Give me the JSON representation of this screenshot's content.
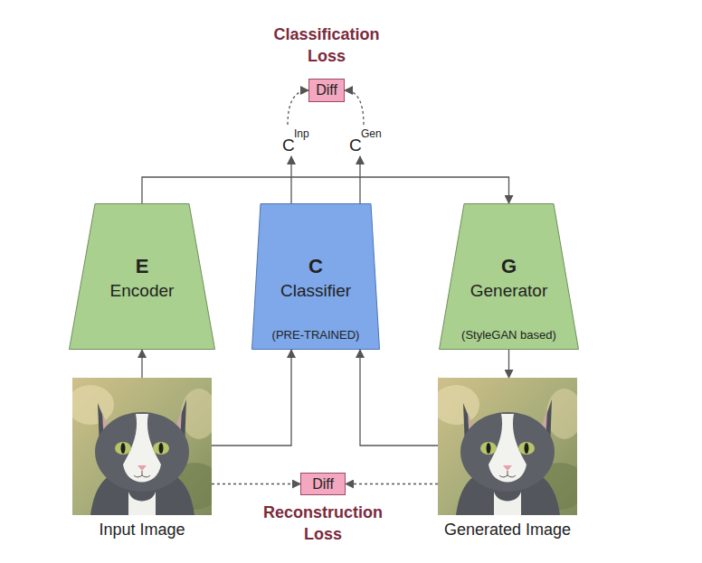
{
  "diagram": {
    "nodes": [
      {
        "text": [
          "Classification Loss",
          "Diff"
        ]
      },
      {
        "text": [
          "E",
          "Encoder"
        ]
      },
      {
        "text": [
          "C",
          "Classifier",
          "(PRE-TRAINED)"
        ]
      },
      {
        "text": [
          "G",
          "Generator",
          "(StyleGAN based)"
        ]
      },
      {
        "text": [
          "Input Image"
        ]
      },
      {
        "text": [
          "Diff",
          "Reconstruction Loss"
        ]
      },
      {
        "text": [
          "Generated Image"
        ]
      }
    ],
    "edges": [
      {
        "from": 4,
        "to": 1,
        "arrow": "to"
      },
      {
        "from": 4,
        "to": 2,
        "arrow": "to"
      },
      {
        "from": 6,
        "to": 2,
        "arrow": "to"
      },
      {
        "from": 1,
        "to": 3,
        "arrow": "to"
      },
      {
        "from": 3,
        "to": 6,
        "arrow": "to"
      },
      {
        "from": 2,
        "to": 0,
        "arrow": "to"
      },
      {
        "from": 2,
        "to": 0,
        "arrow": "to"
      },
      {
        "from": 4,
        "to": 5,
        "arrow": "to"
      },
      {
        "from": 6,
        "to": 5,
        "arrow": "to"
      }
    ],
    "labels": [
      "C",
      "Inp",
      "C",
      "Gen"
    ]
  }
}
